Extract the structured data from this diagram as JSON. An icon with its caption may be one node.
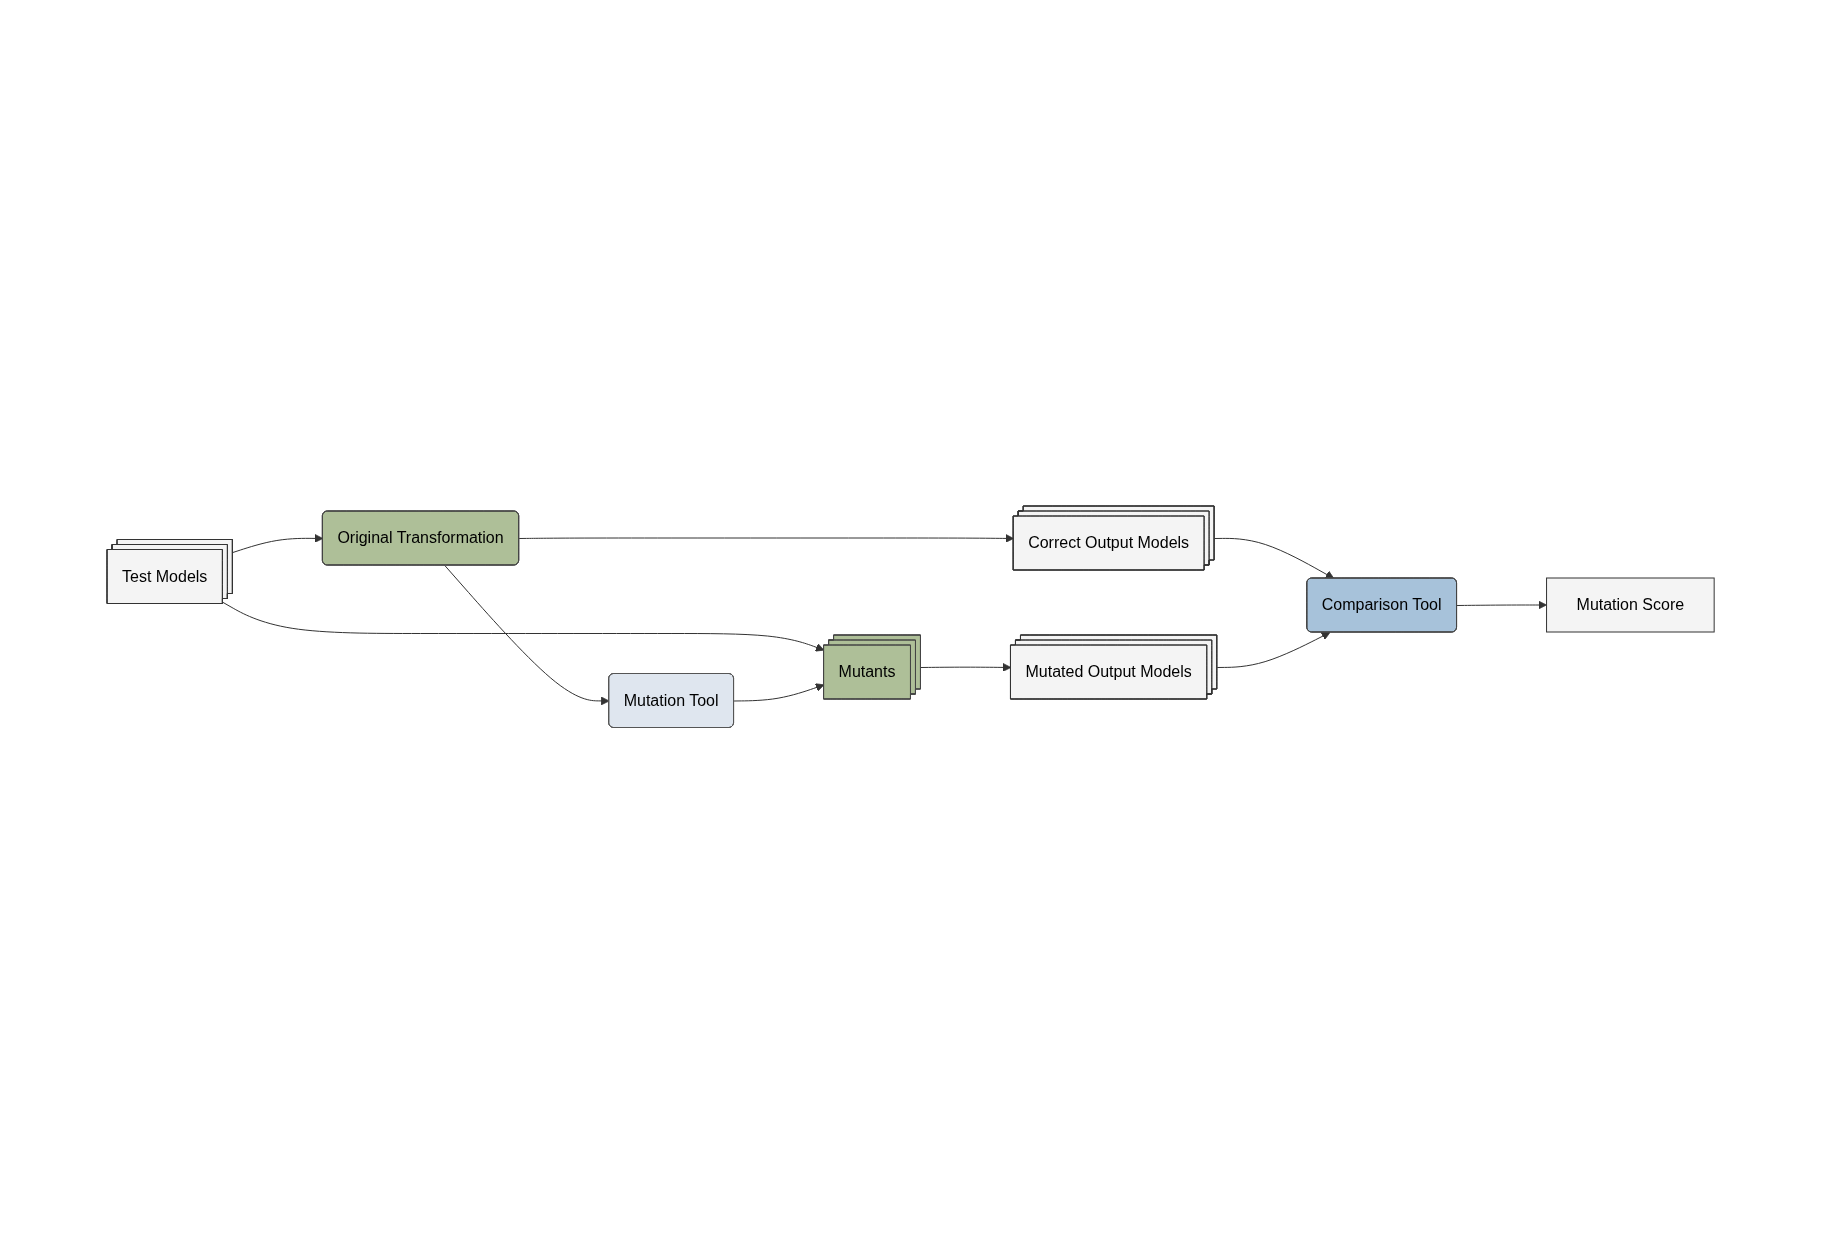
{
  "diagram": {
    "nodes": [
      {
        "text": [
          "Test Models"
        ]
      },
      {
        "text": [
          "Original Transformation"
        ]
      },
      {
        "text": [
          "Mutation Tool"
        ]
      },
      {
        "text": [
          "Mutants"
        ]
      },
      {
        "text": [
          "Correct Output Models"
        ]
      },
      {
        "text": [
          "Comparison Tool"
        ]
      },
      {
        "text": [
          "Mutation Score"
        ]
      },
      {
        "text": [
          "Mutated Output Models"
        ]
      }
    ],
    "edges": [
      {
        "from": 0,
        "to": 1,
        "arrow": "to"
      },
      {
        "from": 0,
        "to": 3,
        "arrow": "to"
      },
      {
        "from": 1,
        "to": 2,
        "arrow": "to"
      },
      {
        "from": 2,
        "to": 3,
        "arrow": "to"
      },
      {
        "from": 1,
        "to": 4,
        "arrow": "to"
      },
      {
        "from": 3,
        "to": 7,
        "arrow": "to"
      },
      {
        "from": 4,
        "to": 5,
        "arrow": "to"
      },
      {
        "from": 7,
        "to": 5,
        "arrow": "to"
      },
      {
        "from": 5,
        "to": 6,
        "arrow": "to"
      }
    ]
  }
}
